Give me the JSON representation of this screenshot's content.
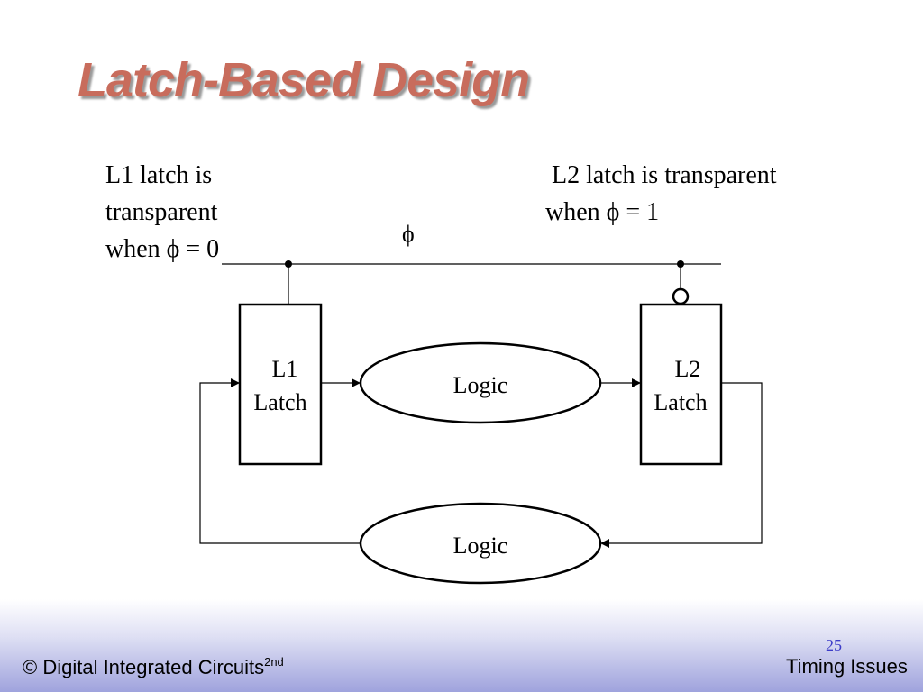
{
  "slide": {
    "title": "Latch-Based Design",
    "caption_l1": "L1 latch is\ntransparent\nwhen ϕ = 0",
    "caption_l2": " L2 latch is transparent\nwhen ϕ = 1"
  },
  "diagram": {
    "clock_label": "ϕ",
    "l1_latch": {
      "line1": "L1",
      "line2": "Latch"
    },
    "l2_latch": {
      "line1": "L2",
      "line2": "Latch"
    },
    "logic_top": "Logic",
    "logic_bottom": "Logic"
  },
  "footer": {
    "copyright": "© Digital Integrated Circuits",
    "edition": "2nd",
    "slide_number": "25",
    "section": "Timing Issues"
  }
}
